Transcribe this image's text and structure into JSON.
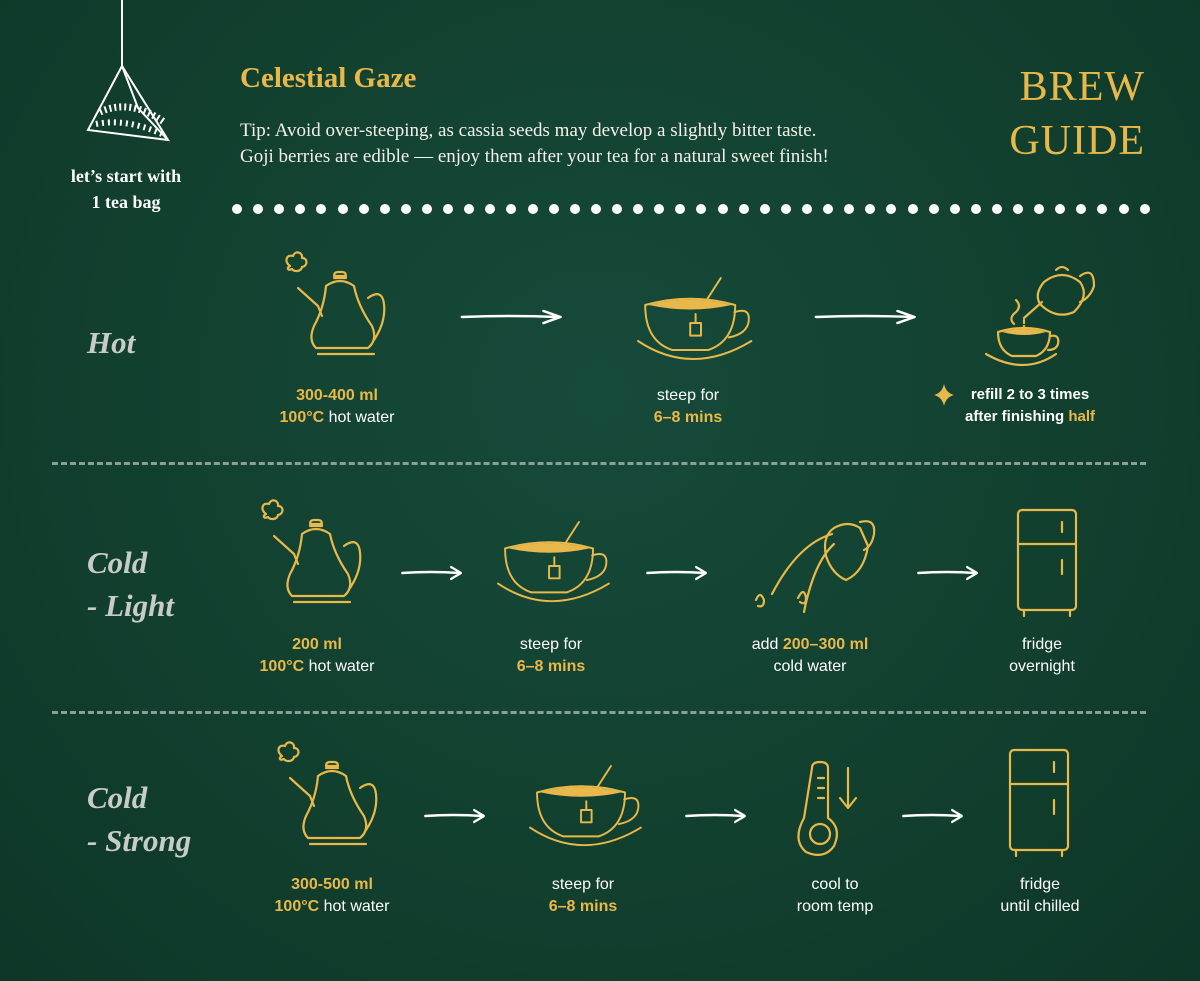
{
  "header": {
    "title": "Celestial Gaze",
    "tip_line1": "Tip: Avoid over-steeping, as cassia seeds may develop a slightly bitter taste.",
    "tip_line2": "Goji berries are edible — enjoy them after your tea for a natural sweet finish!",
    "brew_line1": "BREW",
    "brew_line2": "GUIDE",
    "start_line1": "let’s start with",
    "start_line2": "1 tea bag"
  },
  "methods": {
    "hot": {
      "label": "Hot",
      "s1_a": "300-400 ml",
      "s1_b": "100°C",
      "s1_c": " hot water",
      "s2_a": "steep for",
      "s2_b": "6–8 mins",
      "s3_a": "refill 2 to 3 times",
      "s3_b": "after finishing ",
      "s3_c": "half"
    },
    "cold_light": {
      "label1": "Cold",
      "label2": "- Light",
      "s1_a": "200 ml",
      "s1_b": "100°C",
      "s1_c": " hot water",
      "s2_a": "steep for",
      "s2_b": "6–8 mins",
      "s3_a": "add ",
      "s3_b": "200–300 ml",
      "s3_c": "cold water",
      "s4_a": "fridge",
      "s4_b": "overnight"
    },
    "cold_strong": {
      "label1": "Cold",
      "label2": "- Strong",
      "s1_a": "300-500 ml",
      "s1_b": "100°C",
      "s1_c": " hot water",
      "s2_a": "steep for",
      "s2_b": "6–8 mins",
      "s3_a": "cool to",
      "s3_b": "room temp",
      "s4_a": "fridge",
      "s4_b": "until chilled"
    }
  },
  "icons": [
    "tea-bag-icon",
    "kettle-icon",
    "arrow-icon",
    "tea-cup-icon",
    "pouring-teapot-icon",
    "sparkle-icon",
    "pitcher-icon",
    "fridge-icon",
    "thermometer-icon"
  ],
  "colors": {
    "background": "#12402f",
    "accent": "#e8b84a",
    "text": "#ffffff",
    "method_label": "#c8ccc9"
  }
}
